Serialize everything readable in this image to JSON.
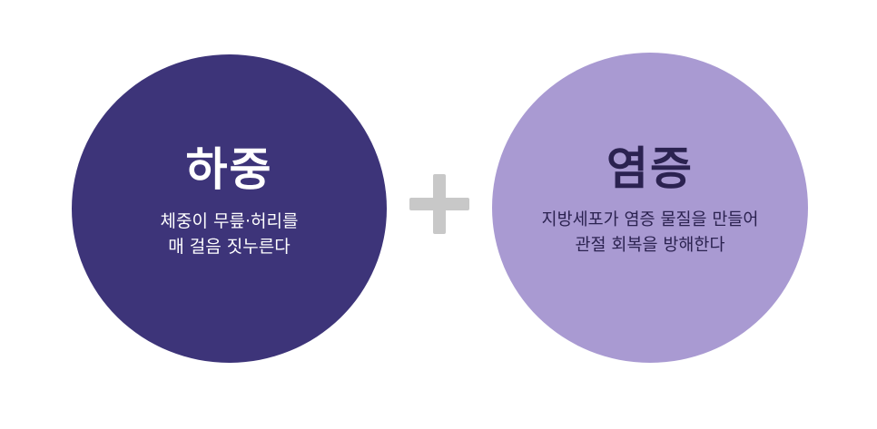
{
  "colors": {
    "left_circle": "#3d3479",
    "right_circle": "#a99ad2",
    "plus_sign": "#c8c8c8"
  },
  "left": {
    "title": "하중",
    "lines": [
      "체중이 무릎·허리를",
      "매 걸음 짓누른다"
    ]
  },
  "operator": {
    "icon": "plus-icon"
  },
  "right": {
    "title": "염증",
    "lines": [
      "지방세포가 염증 물질을 만들어",
      "관절 회복을 방해한다"
    ]
  }
}
